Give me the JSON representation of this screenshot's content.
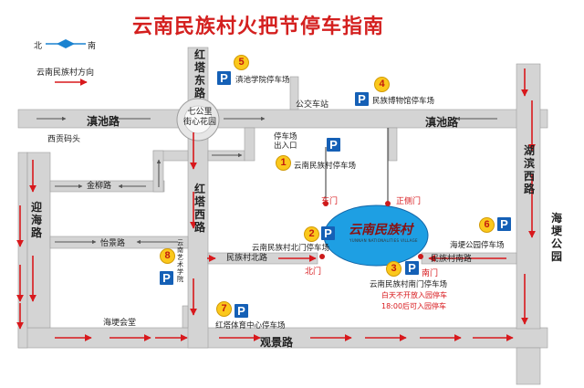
{
  "title": "云南民族村火把节停车指南",
  "compass": {
    "north": "北",
    "south": "南"
  },
  "legend": {
    "direction": "云南民族村方向"
  },
  "roads": {
    "dianchi_left": "滇池路",
    "dianchi_right": "滇池路",
    "jinliu": "金柳路",
    "yixi": "怡景路",
    "guanjing": "观景路",
    "minzucun_north": "民族村北路",
    "minzucun_south": "民族村南路",
    "xigong_wharf": "西贡码头",
    "bus_station": "公交车站",
    "haigeng_hall": "海埂会堂",
    "roundabout_line1": "七公里",
    "roundabout_line2": "街心花园"
  },
  "vertical_roads": {
    "hongta_east": "红塔东路",
    "hongta_west": "红塔西路",
    "yinghai": "迎海路",
    "hubin_west": "湖滨西路",
    "haigeng_park": "海埂公园"
  },
  "gates": {
    "east_gate": "东门",
    "main_side_gate": "正侧门",
    "north_gate": "北门",
    "south_gate": "南门"
  },
  "village_logo": {
    "name": "云南民族村",
    "sub": "YUNNAN NATIONALITIES VILLAGE"
  },
  "parking_symbol": "P",
  "parking": [
    {
      "num": "1",
      "name": "云南民族村停车场",
      "sub": "停车场\n出入口"
    },
    {
      "num": "2",
      "name": "云南民族村北门停车场"
    },
    {
      "num": "3",
      "name": "云南民族村南门停车场"
    },
    {
      "num": "4",
      "name": "民族博物馆停车场"
    },
    {
      "num": "5",
      "name": "滇池学院停车场"
    },
    {
      "num": "6",
      "name": "海埂公园停车场"
    },
    {
      "num": "7",
      "name": "红塔体育中心停车场"
    },
    {
      "num": "8",
      "name": "云南艺术学院"
    }
  ],
  "notes": {
    "line1": "白天不开放入园停车",
    "line2": "18:00后可入园停车"
  },
  "colors": {
    "road": "#d4d4d4",
    "road_edge": "#9e9e9e",
    "arrow": "#d8181c",
    "lake": "#1e9fe3",
    "accent": "#d4201f"
  }
}
